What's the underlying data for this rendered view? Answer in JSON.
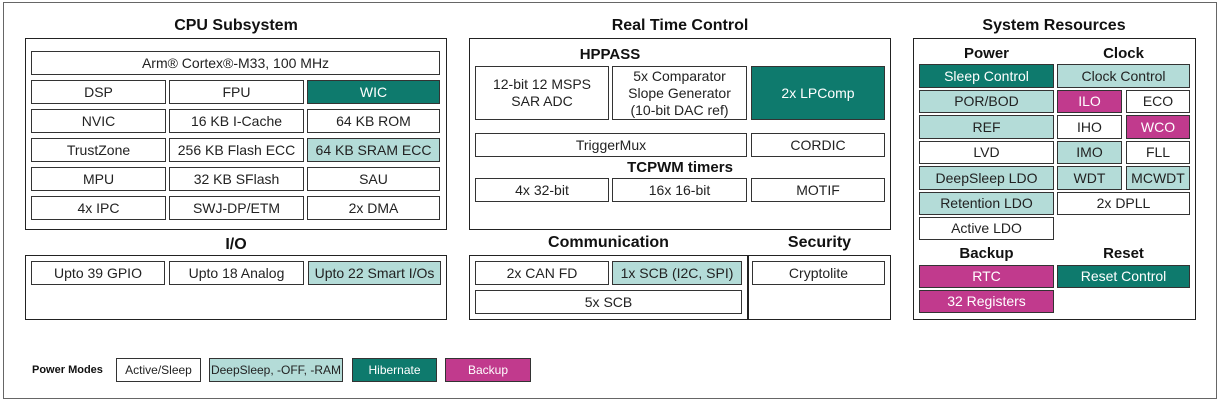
{
  "colors": {
    "white": "#ffffff",
    "light_teal": "#b4dcd8",
    "teal": "#0e7a6d",
    "magenta": "#c13a8d"
  },
  "cpu": {
    "title": "CPU Subsystem",
    "core": "Arm® Cortex®-M33, 100 MHz",
    "dsp": "DSP",
    "fpu": "FPU",
    "wic": "WIC",
    "nvic": "NVIC",
    "icache": "16 KB I-Cache",
    "rom": "64 KB ROM",
    "trustzone": "TrustZone",
    "flash": "256 KB Flash ECC",
    "sram": "64 KB SRAM ECC",
    "mpu": "MPU",
    "sflash": "32 KB SFlash",
    "sau": "SAU",
    "ipc": "4x IPC",
    "swj": "SWJ-DP/ETM",
    "dma": "2x DMA"
  },
  "io": {
    "title": "I/O",
    "gpio": "Upto 39 GPIO",
    "analog": "Upto 18 Analog",
    "smart_io": "Upto 22 Smart I/Os"
  },
  "rtc_section": {
    "title": "Real Time Control",
    "hppass": "HPPASS",
    "adc": "12-bit 12 MSPS SAR ADC",
    "comparator": "5x Comparator Slope Generator (10-bit DAC ref)",
    "lpcomp": "2x LPComp",
    "triggermux": "TriggerMux",
    "cordic": "CORDIC",
    "tcpwm": "TCPWM timers",
    "timer32": "4x 32-bit",
    "timer16": "16x 16-bit",
    "motif": "MOTIF"
  },
  "communication": {
    "title": "Communication",
    "canfd": "2x CAN FD",
    "scb_i2c_spi": "1x SCB (I2C, SPI)",
    "scb5": "5x SCB"
  },
  "security": {
    "title": "Security",
    "cryptolite": "Cryptolite"
  },
  "system": {
    "title": "System Resources",
    "power": {
      "title": "Power",
      "sleep_control": "Sleep Control",
      "por_bod": "POR/BOD",
      "ref": "REF",
      "lvd": "LVD",
      "deepsleep_ldo": "DeepSleep LDO",
      "retention_ldo": "Retention LDO",
      "active_ldo": "Active LDO"
    },
    "clock": {
      "title": "Clock",
      "clock_control": "Clock Control",
      "ilo": "ILO",
      "eco": "ECO",
      "iho": "IHO",
      "wco": "WCO",
      "imo": "IMO",
      "fll": "FLL",
      "wdt": "WDT",
      "mcwdt": "MCWDT",
      "dpll": "2x DPLL"
    },
    "backup": {
      "title": "Backup",
      "rtc": "RTC",
      "registers": "32 Registers"
    },
    "reset": {
      "title": "Reset",
      "reset_control": "Reset Control"
    }
  },
  "legend": {
    "label": "Power Modes",
    "active": "Active/Sleep",
    "deepsleep": "DeepSleep, -OFF, -RAM",
    "hibernate": "Hibernate",
    "backup": "Backup"
  }
}
